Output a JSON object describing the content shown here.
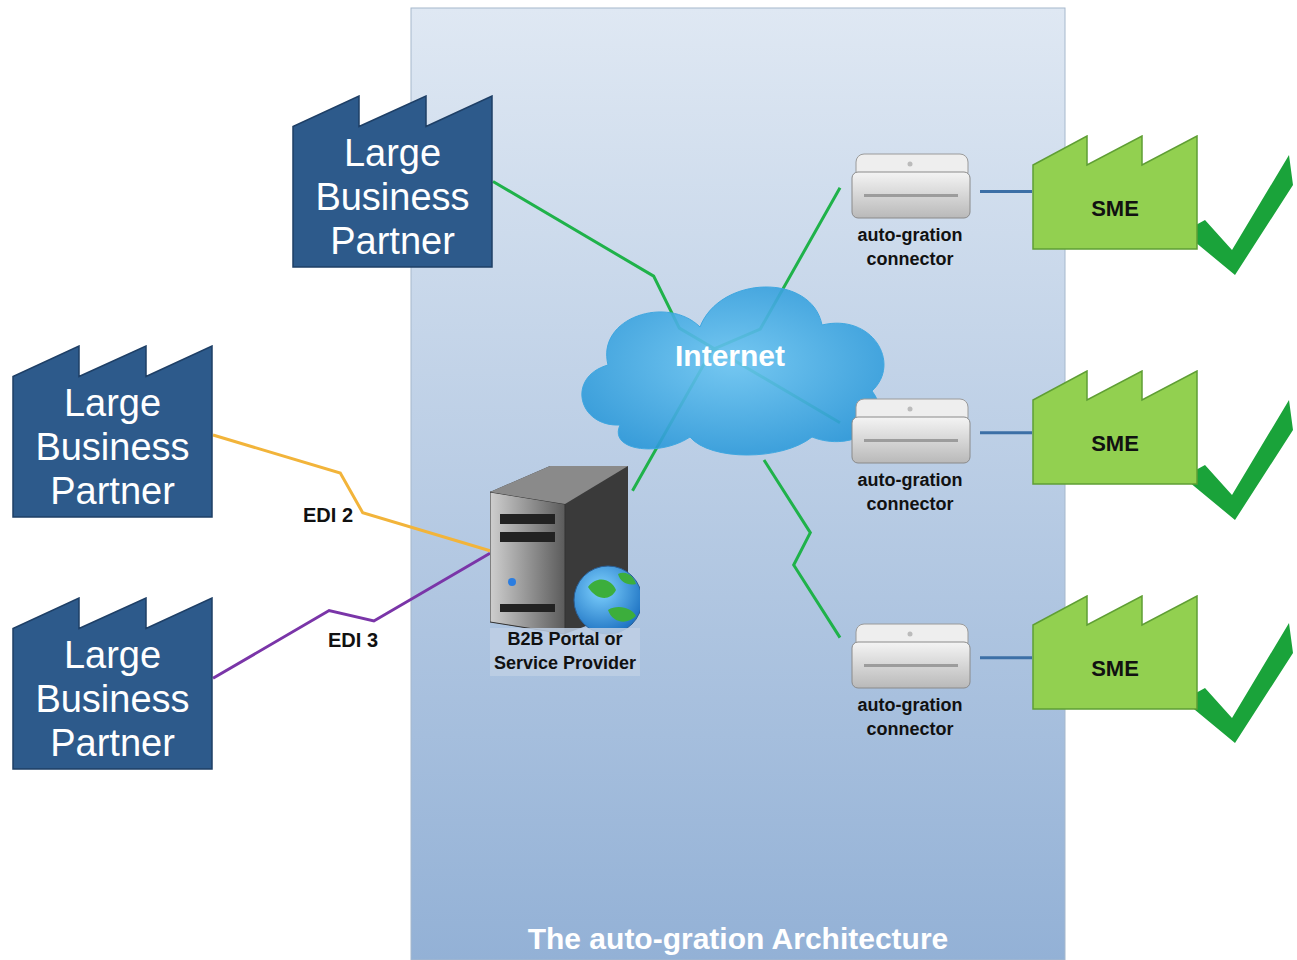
{
  "diagram": {
    "title": "The auto-gration Architecture",
    "nodes": [
      {
        "text": [
          "Large Business Partner"
        ]
      },
      {
        "text": [
          "Internet"
        ]
      },
      {
        "text": [
          "auto-gration connector"
        ]
      },
      {
        "text": [
          "SME"
        ]
      },
      {
        "text": [
          "Large Business Partner"
        ]
      },
      {
        "text": [
          "B2B Portal or Service Provider"
        ]
      },
      {
        "text": [
          "auto-gration connector"
        ]
      },
      {
        "text": [
          "SME"
        ]
      },
      {
        "text": [
          "Large Business Partner"
        ]
      },
      {
        "text": [
          "auto-gration connector"
        ]
      },
      {
        "text": [
          "SME"
        ]
      }
    ],
    "edges": [
      {
        "from": 0,
        "to": 6,
        "arrow": "none"
      },
      {
        "from": 1,
        "to": 9,
        "arrow": "none"
      },
      {
        "from": 5,
        "to": 2,
        "arrow": "none"
      },
      {
        "from": 4,
        "to": 5,
        "label": "EDI 2",
        "arrow": "none"
      },
      {
        "from": 8,
        "to": 5,
        "label": "EDI 3",
        "arrow": "none"
      },
      {
        "from": 2,
        "to": 3,
        "arrow": "none"
      },
      {
        "from": 6,
        "to": 7,
        "arrow": "none"
      },
      {
        "from": 9,
        "to": 10,
        "arrow": "none"
      }
    ]
  }
}
